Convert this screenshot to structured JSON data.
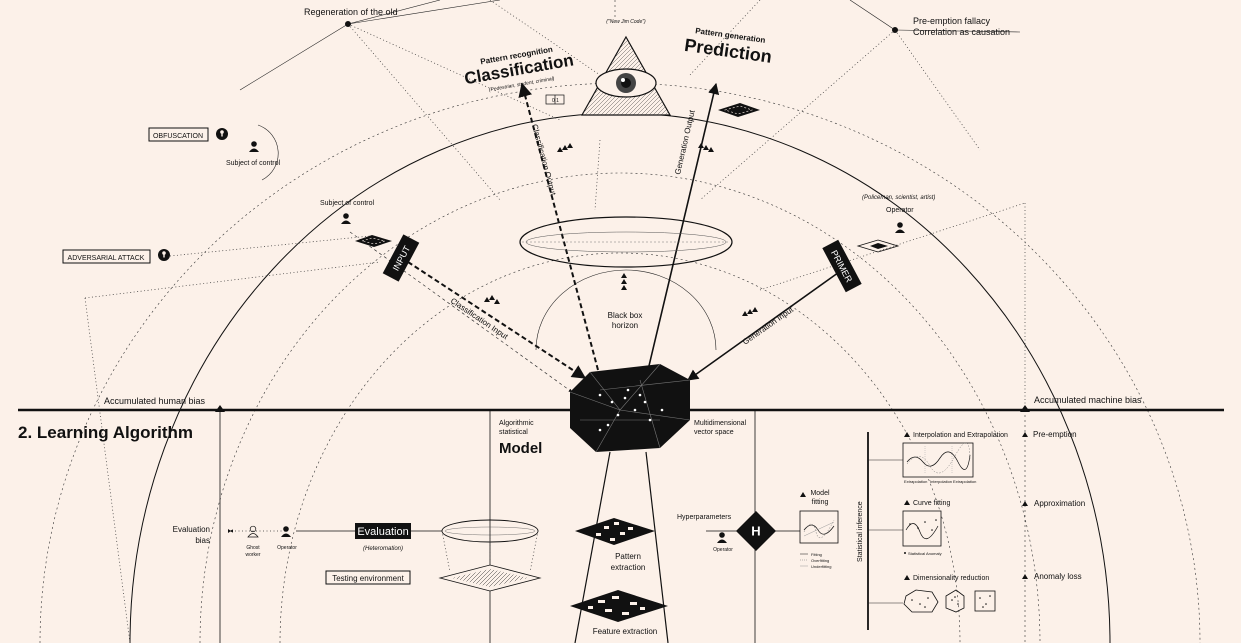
{
  "section_title": "2. Learning Algorithm",
  "top": {
    "regeneration": "Regeneration of the old",
    "new_jim_code": "(\"New Jim Code\")",
    "preemption_fallacy": "Pre-emption fallacy",
    "correlation": "Correlation as causation"
  },
  "classification": {
    "subtitle": "Pattern recognition",
    "title": "Classification",
    "examples": "(Pedestrian, student, criminal)",
    "output_label": "Classification Output",
    "input_label": "Classification Input",
    "binary": "0  1"
  },
  "prediction": {
    "subtitle": "Pattern generation",
    "title": "Prediction",
    "output_label": "Generation Output",
    "input_label": "Generation Input"
  },
  "left": {
    "obfuscation": "OBFUSCATION",
    "adversarial": "ADVERSARIAL ATTACK",
    "subject_of_control_1": "Subject of control",
    "subject_of_control_2": "Subject of control",
    "input_tag": "INPUT",
    "human_bias": "Accumulated human bias"
  },
  "right": {
    "operator_roles": "(Policeman, scientist, artist)",
    "operator": "Operator",
    "primer_tag": "PRIMER",
    "machine_bias": "Accumulated machine bias"
  },
  "center": {
    "black_box_1": "Black box",
    "black_box_2": "horizon",
    "model_pre1": "Algorithmic",
    "model_pre2": "statistical",
    "model": "Model",
    "vector_1": "Multidimensional",
    "vector_2": "vector space",
    "pattern_extraction_1": "Pattern",
    "pattern_extraction_2": "extraction",
    "feature_extraction": "Feature extraction"
  },
  "evaluation": {
    "bias_1": "Evaluation",
    "bias_2": "bias",
    "ghost_1": "Ghost",
    "ghost_2": "worker",
    "operator": "Operator",
    "label": "Evaluation",
    "heteromation": "(Heteromation)",
    "testing": "Testing environment"
  },
  "hyper": {
    "label": "Hyperparameters",
    "operator": "Operator",
    "h": "H",
    "model_fitting_1": "Model",
    "model_fitting_2": "fitting",
    "legend_1": "Fitting",
    "legend_2": "Overfitting",
    "legend_3": "Underfitting"
  },
  "inference": {
    "vertical": "Statistical inference",
    "interp": "Interpolation and Extrapolation",
    "interp_l": "Extrapolation",
    "interp_m": "Interpolation",
    "interp_r": "Extrapolation",
    "curve": "Curve fitting",
    "curve_note": "Statistical Anomaly",
    "dim": "Dimensionality reduction"
  },
  "outcomes": {
    "preemption": "Pre-emption",
    "approximation": "Approximation",
    "anomaly": "Anomaly loss"
  }
}
